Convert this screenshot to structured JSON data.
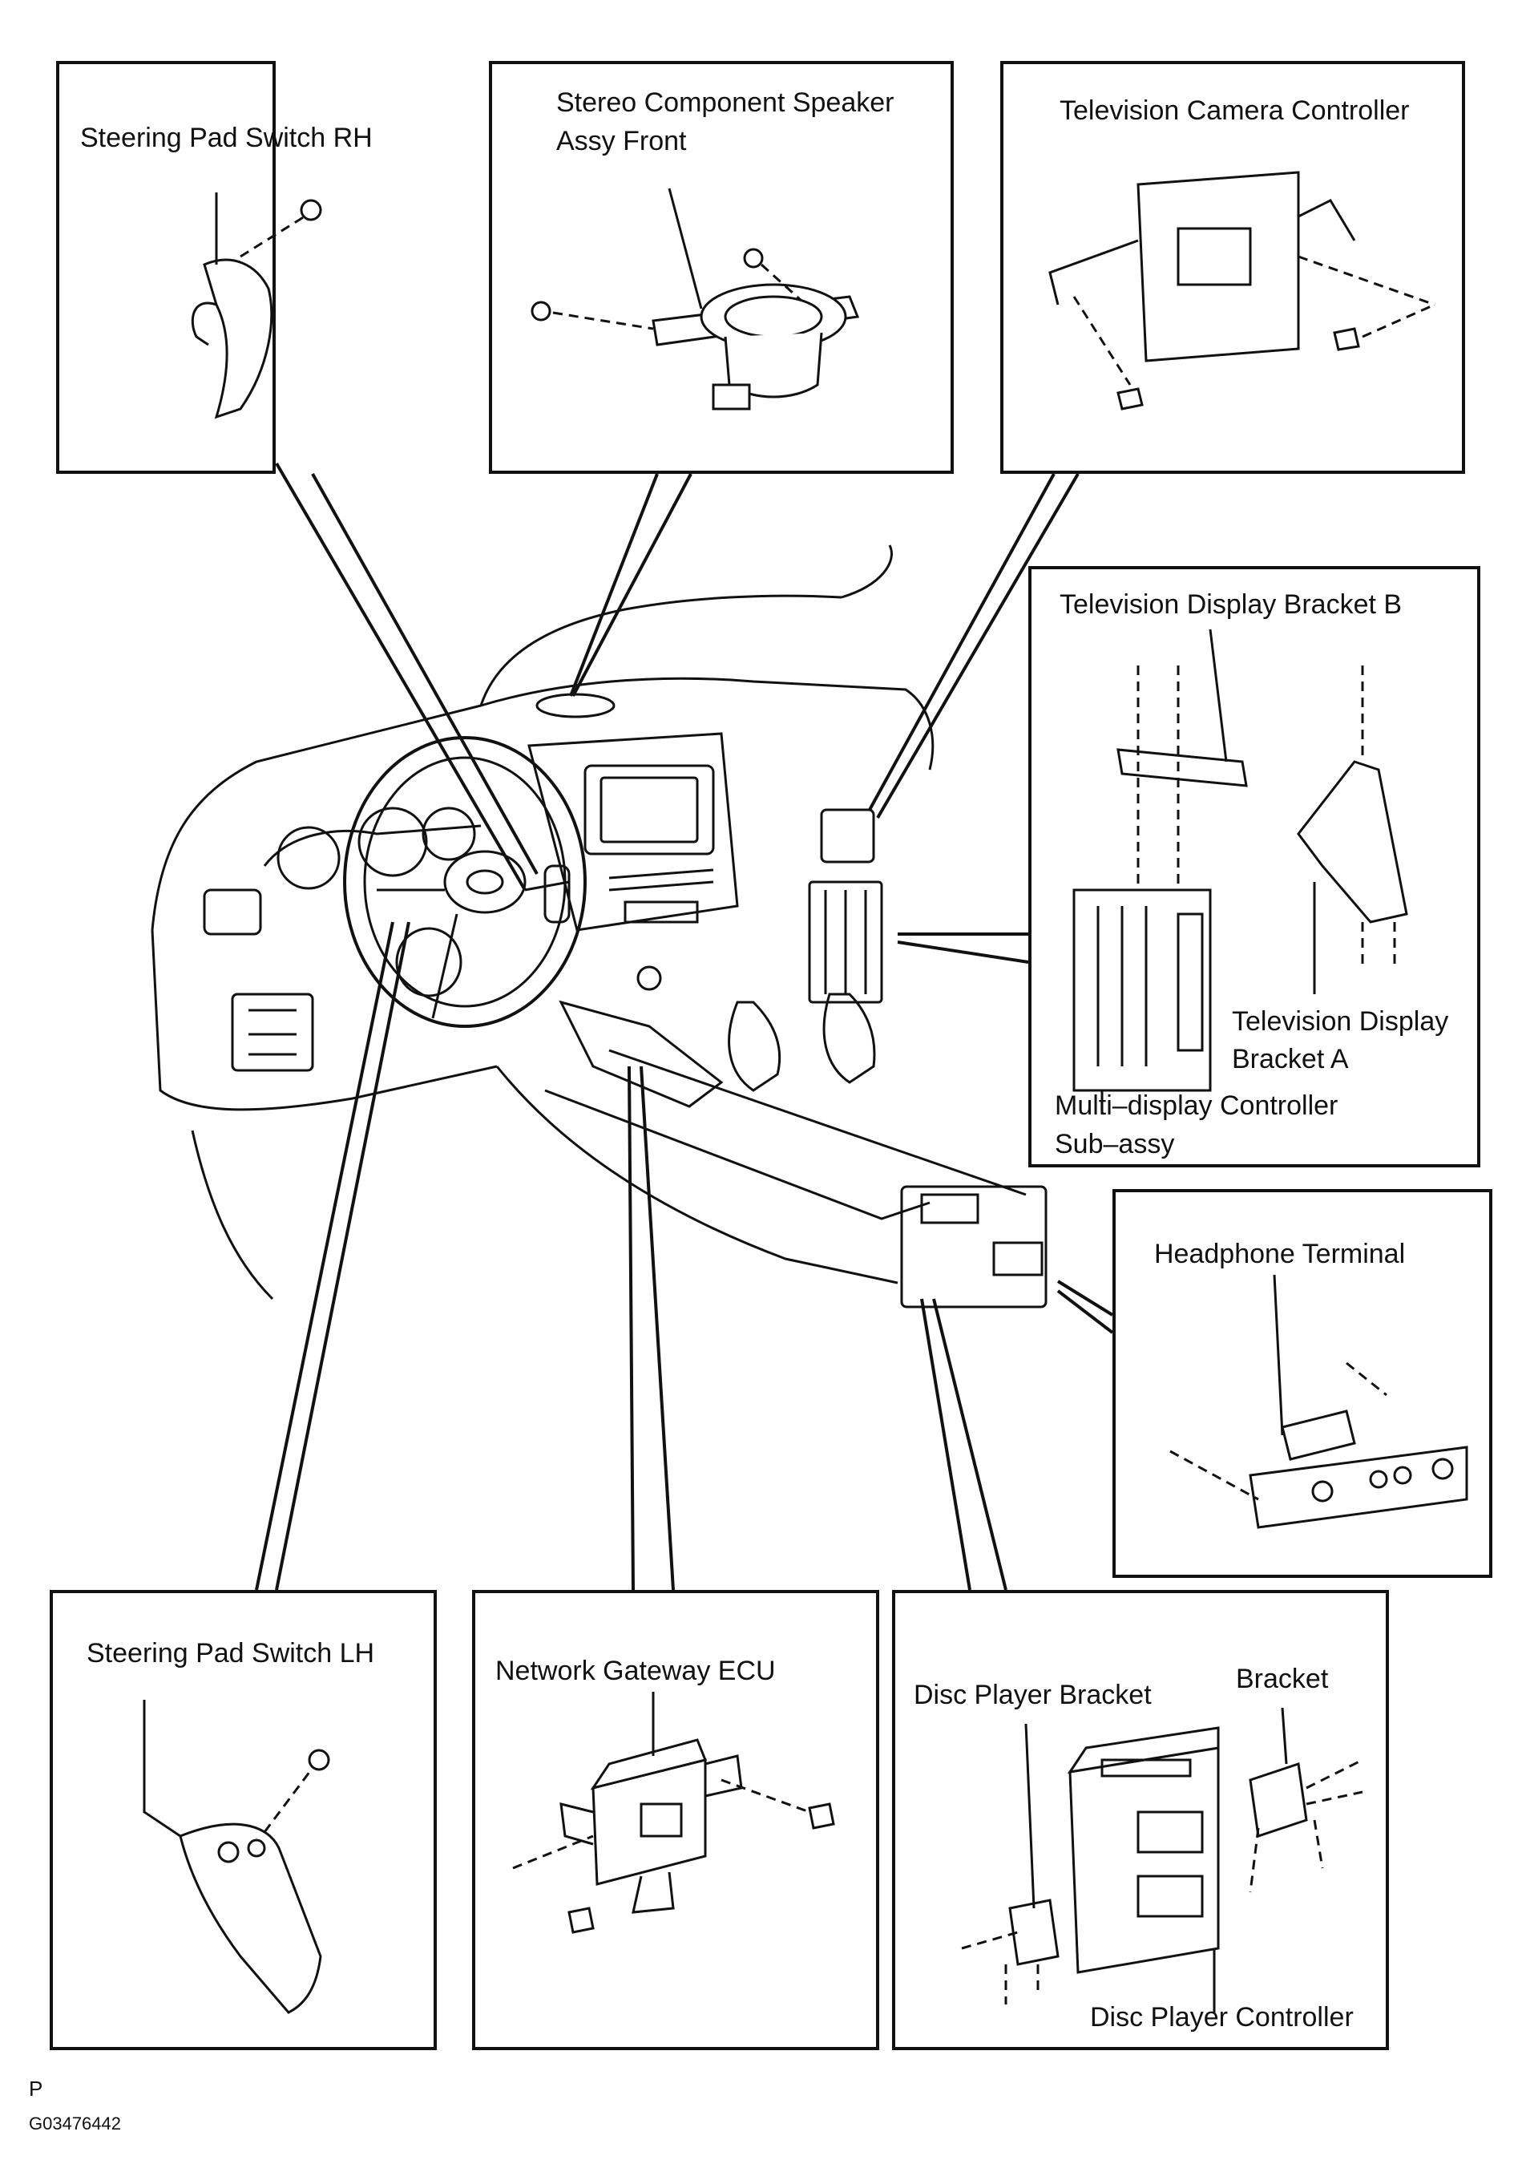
{
  "labels": {
    "steering_pad_rh": "Steering Pad Switch RH",
    "speaker_line1": "Stereo Component Speaker",
    "speaker_line2": "Assy Front",
    "tv_camera_controller": "Television Camera Controller",
    "tv_display_bracket_b": "Television Display Bracket B",
    "tv_display_bracket_a_line1": "Television Display",
    "tv_display_bracket_a_line2": "Bracket A",
    "multi_display_line1": "Multi–display Controller",
    "multi_display_line2": "Sub–assy",
    "headphone_terminal": "Headphone Terminal",
    "steering_pad_lh": "Steering Pad Switch LH",
    "network_gateway_ecu": "Network Gateway ECU",
    "disc_player_bracket": "Disc Player Bracket",
    "bracket": "Bracket",
    "disc_player_controller": "Disc Player Controller"
  },
  "footer": {
    "p_mark": "P",
    "figure_code": "G03476442"
  }
}
